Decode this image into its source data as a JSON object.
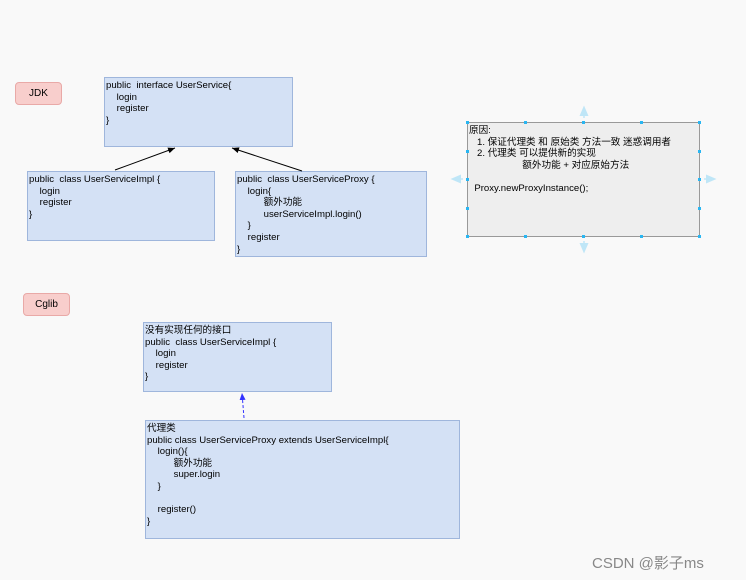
{
  "jdk_label": "JDK",
  "cglib_label": "Cglib",
  "jdk": {
    "interface_box": [
      "public  interface UserService{",
      "    login",
      "    register",
      "}"
    ],
    "impl_box": [
      "public  class UserServiceImpl {",
      "    login",
      "    register",
      "}"
    ],
    "proxy_box": [
      "public  class UserServiceProxy {",
      "    login{",
      "          额外功能",
      "          userServiceImpl.login()",
      "    }",
      "    register",
      "}"
    ]
  },
  "note": [
    "原因:",
    "   1. 保证代理类 和 原始类 方法一致 迷惑调用者",
    "   2. 代理类 可以提供新的实现",
    "                    额外功能 + 对应原始方法",
    "",
    "  Proxy.newProxyInstance();"
  ],
  "cglib": {
    "impl_box": [
      "没有实现任何的接口",
      "public  class UserServiceImpl {",
      "    login",
      "    register",
      "}"
    ],
    "proxy_box": [
      "代理类",
      "public class UserServiceProxy extends UserServiceImpl{",
      "    login(){",
      "          额外功能",
      "          super.login",
      "    }",
      "",
      "    register()",
      "}"
    ]
  },
  "watermark": "CSDN @影子ms",
  "colors": {
    "box_fill": "#d4e1f5",
    "tag_fill": "#f8cecc",
    "dashed_arrow": "#3333ff"
  }
}
